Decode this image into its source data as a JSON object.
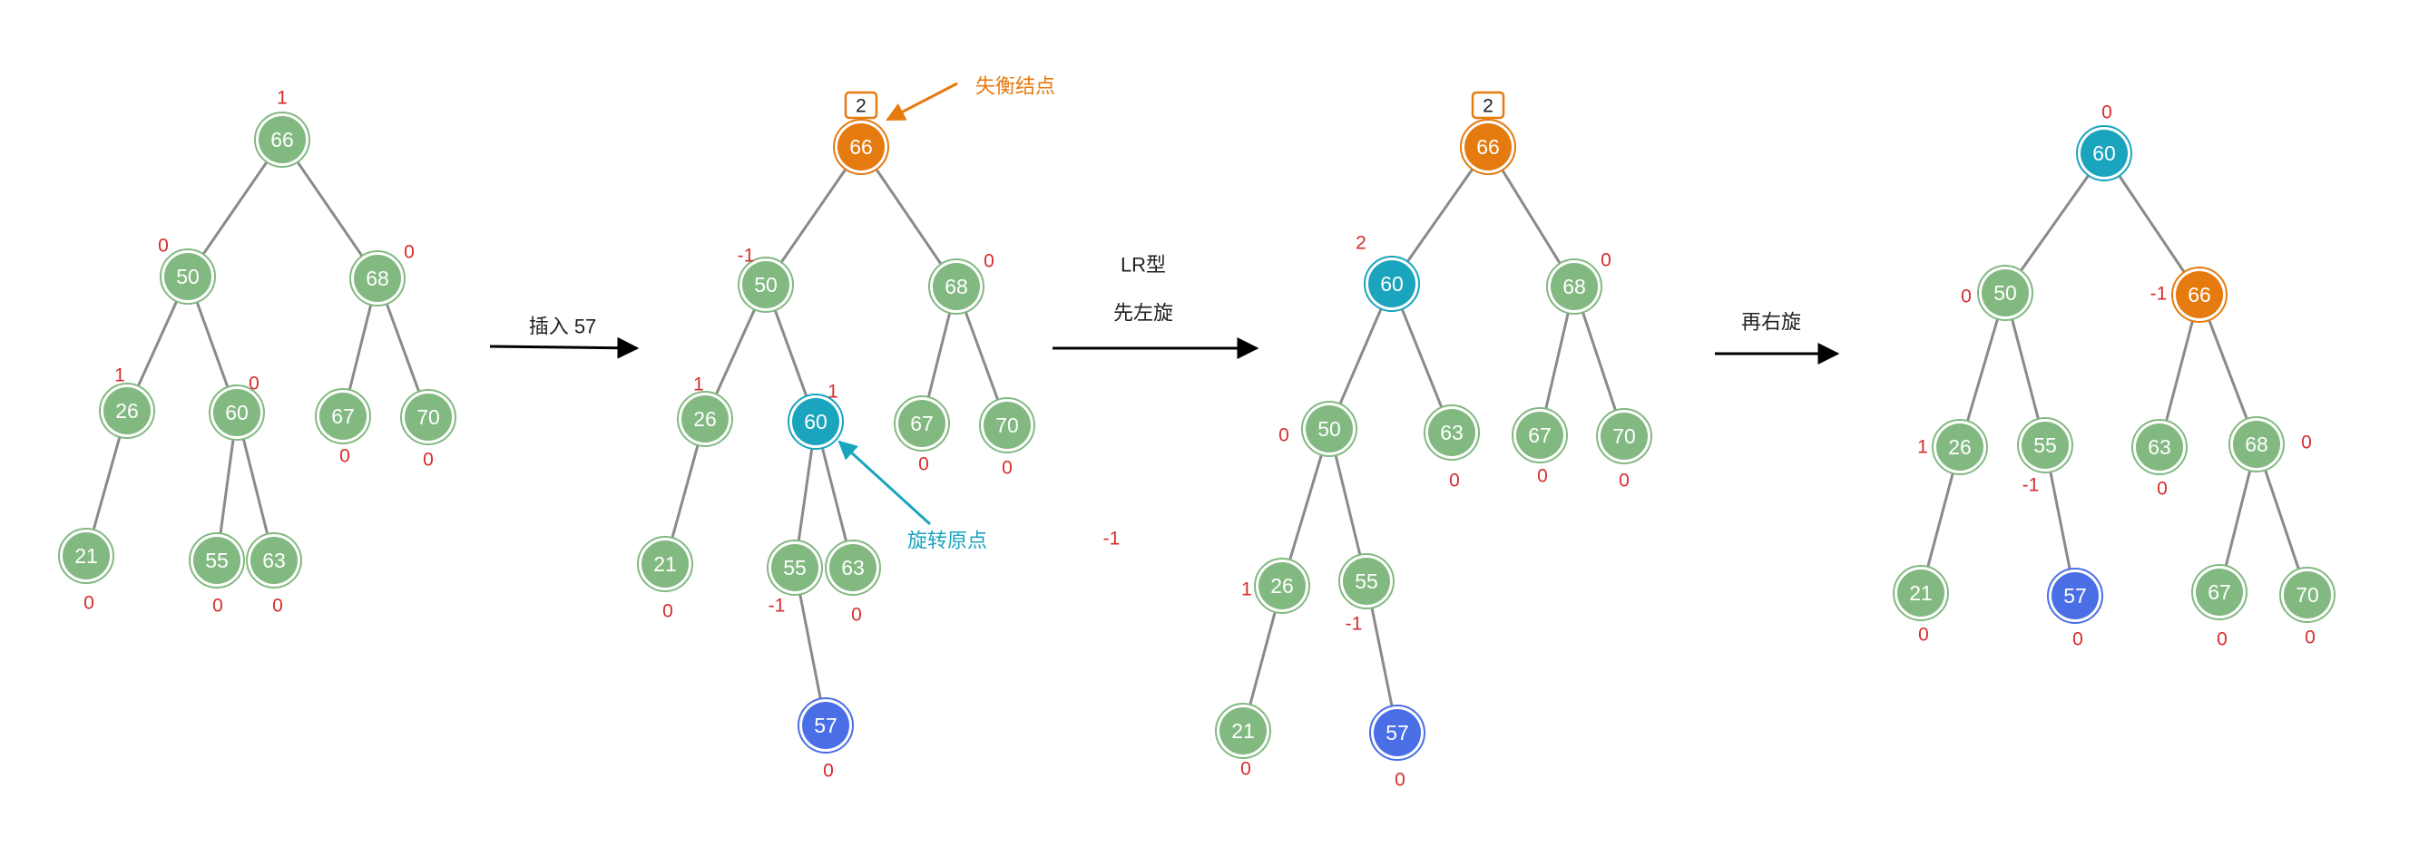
{
  "colors": {
    "normal": "#82b981",
    "imbalanced": "#e57a0f",
    "pivot": "#1aa4be",
    "inserted": "#4a6ee6",
    "edge": "#8a8a8a",
    "balance_factor": "#d62c2c",
    "annotation_orange": "#e57a0f",
    "annotation_teal": "#1aa4be"
  },
  "steps": {
    "insert": "插入 57",
    "lr_type": "LR型",
    "left_first": "先左旋",
    "then_right": "再右旋"
  },
  "annotations": {
    "imbalanced_node": "失衡结点",
    "rotation_origin": "旋转原点",
    "imbalance_badge": "2",
    "stray_value": "-1"
  },
  "trees": [
    {
      "id": "tree1",
      "nodes": [
        {
          "id": "66",
          "label": "66",
          "state": "normal",
          "bf": "1"
        },
        {
          "id": "50",
          "label": "50",
          "state": "normal",
          "bf": "0"
        },
        {
          "id": "68",
          "label": "68",
          "state": "normal",
          "bf": "0"
        },
        {
          "id": "26",
          "label": "26",
          "state": "normal",
          "bf": "1"
        },
        {
          "id": "60",
          "label": "60",
          "state": "normal",
          "bf": "0"
        },
        {
          "id": "67",
          "label": "67",
          "state": "normal",
          "bf": "0"
        },
        {
          "id": "70",
          "label": "70",
          "state": "normal",
          "bf": "0"
        },
        {
          "id": "21",
          "label": "21",
          "state": "normal",
          "bf": "0"
        },
        {
          "id": "55",
          "label": "55",
          "state": "normal",
          "bf": "0"
        },
        {
          "id": "63",
          "label": "63",
          "state": "normal",
          "bf": "0"
        }
      ],
      "edges": [
        [
          "66",
          "50"
        ],
        [
          "66",
          "68"
        ],
        [
          "50",
          "26"
        ],
        [
          "50",
          "60"
        ],
        [
          "68",
          "67"
        ],
        [
          "68",
          "70"
        ],
        [
          "26",
          "21"
        ],
        [
          "60",
          "55"
        ],
        [
          "60",
          "63"
        ]
      ]
    },
    {
      "id": "tree2",
      "nodes": [
        {
          "id": "66",
          "label": "66",
          "state": "imbalanced",
          "bf": "2"
        },
        {
          "id": "50",
          "label": "50",
          "state": "normal",
          "bf": "-1"
        },
        {
          "id": "68",
          "label": "68",
          "state": "normal",
          "bf": "0"
        },
        {
          "id": "26",
          "label": "26",
          "state": "normal",
          "bf": "1"
        },
        {
          "id": "60",
          "label": "60",
          "state": "pivot",
          "bf": "1"
        },
        {
          "id": "67",
          "label": "67",
          "state": "normal",
          "bf": "0"
        },
        {
          "id": "70",
          "label": "70",
          "state": "normal",
          "bf": "0"
        },
        {
          "id": "21",
          "label": "21",
          "state": "normal",
          "bf": "0"
        },
        {
          "id": "55",
          "label": "55",
          "state": "normal",
          "bf": "-1"
        },
        {
          "id": "63",
          "label": "63",
          "state": "normal",
          "bf": "0"
        },
        {
          "id": "57",
          "label": "57",
          "state": "inserted",
          "bf": "0"
        }
      ],
      "edges": [
        [
          "66",
          "50"
        ],
        [
          "66",
          "68"
        ],
        [
          "50",
          "26"
        ],
        [
          "50",
          "60"
        ],
        [
          "68",
          "67"
        ],
        [
          "68",
          "70"
        ],
        [
          "26",
          "21"
        ],
        [
          "60",
          "55"
        ],
        [
          "60",
          "63"
        ],
        [
          "55",
          "57"
        ]
      ]
    },
    {
      "id": "tree3",
      "nodes": [
        {
          "id": "66",
          "label": "66",
          "state": "imbalanced",
          "bf": "2"
        },
        {
          "id": "60",
          "label": "60",
          "state": "pivot",
          "bf": "2"
        },
        {
          "id": "68",
          "label": "68",
          "state": "normal",
          "bf": "0"
        },
        {
          "id": "50",
          "label": "50",
          "state": "normal",
          "bf": "0"
        },
        {
          "id": "63",
          "label": "63",
          "state": "normal",
          "bf": "0"
        },
        {
          "id": "67",
          "label": "67",
          "state": "normal",
          "bf": "0"
        },
        {
          "id": "70",
          "label": "70",
          "state": "normal",
          "bf": "0"
        },
        {
          "id": "26",
          "label": "26",
          "state": "normal",
          "bf": "1"
        },
        {
          "id": "55",
          "label": "55",
          "state": "normal",
          "bf": "-1"
        },
        {
          "id": "21",
          "label": "21",
          "state": "normal",
          "bf": "0"
        },
        {
          "id": "57",
          "label": "57",
          "state": "inserted",
          "bf": "0"
        }
      ],
      "edges": [
        [
          "66",
          "60"
        ],
        [
          "66",
          "68"
        ],
        [
          "60",
          "50"
        ],
        [
          "60",
          "63"
        ],
        [
          "68",
          "67"
        ],
        [
          "68",
          "70"
        ],
        [
          "50",
          "26"
        ],
        [
          "50",
          "55"
        ],
        [
          "26",
          "21"
        ],
        [
          "55",
          "57"
        ]
      ]
    },
    {
      "id": "tree4",
      "nodes": [
        {
          "id": "60",
          "label": "60",
          "state": "pivot",
          "bf": "0"
        },
        {
          "id": "50",
          "label": "50",
          "state": "normal",
          "bf": "0"
        },
        {
          "id": "66",
          "label": "66",
          "state": "imbalanced",
          "bf": "-1"
        },
        {
          "id": "26",
          "label": "26",
          "state": "normal",
          "bf": "1"
        },
        {
          "id": "55",
          "label": "55",
          "state": "normal",
          "bf": "-1"
        },
        {
          "id": "63",
          "label": "63",
          "state": "normal",
          "bf": "0"
        },
        {
          "id": "68",
          "label": "68",
          "state": "normal",
          "bf": "0"
        },
        {
          "id": "21",
          "label": "21",
          "state": "normal",
          "bf": "0"
        },
        {
          "id": "57",
          "label": "57",
          "state": "inserted",
          "bf": "0"
        },
        {
          "id": "67",
          "label": "67",
          "state": "normal",
          "bf": "0"
        },
        {
          "id": "70",
          "label": "70",
          "state": "normal",
          "bf": "0"
        }
      ],
      "edges": [
        [
          "60",
          "50"
        ],
        [
          "60",
          "66"
        ],
        [
          "50",
          "26"
        ],
        [
          "50",
          "55"
        ],
        [
          "66",
          "63"
        ],
        [
          "66",
          "68"
        ],
        [
          "26",
          "21"
        ],
        [
          "55",
          "57"
        ],
        [
          "68",
          "67"
        ],
        [
          "68",
          "70"
        ]
      ]
    }
  ]
}
